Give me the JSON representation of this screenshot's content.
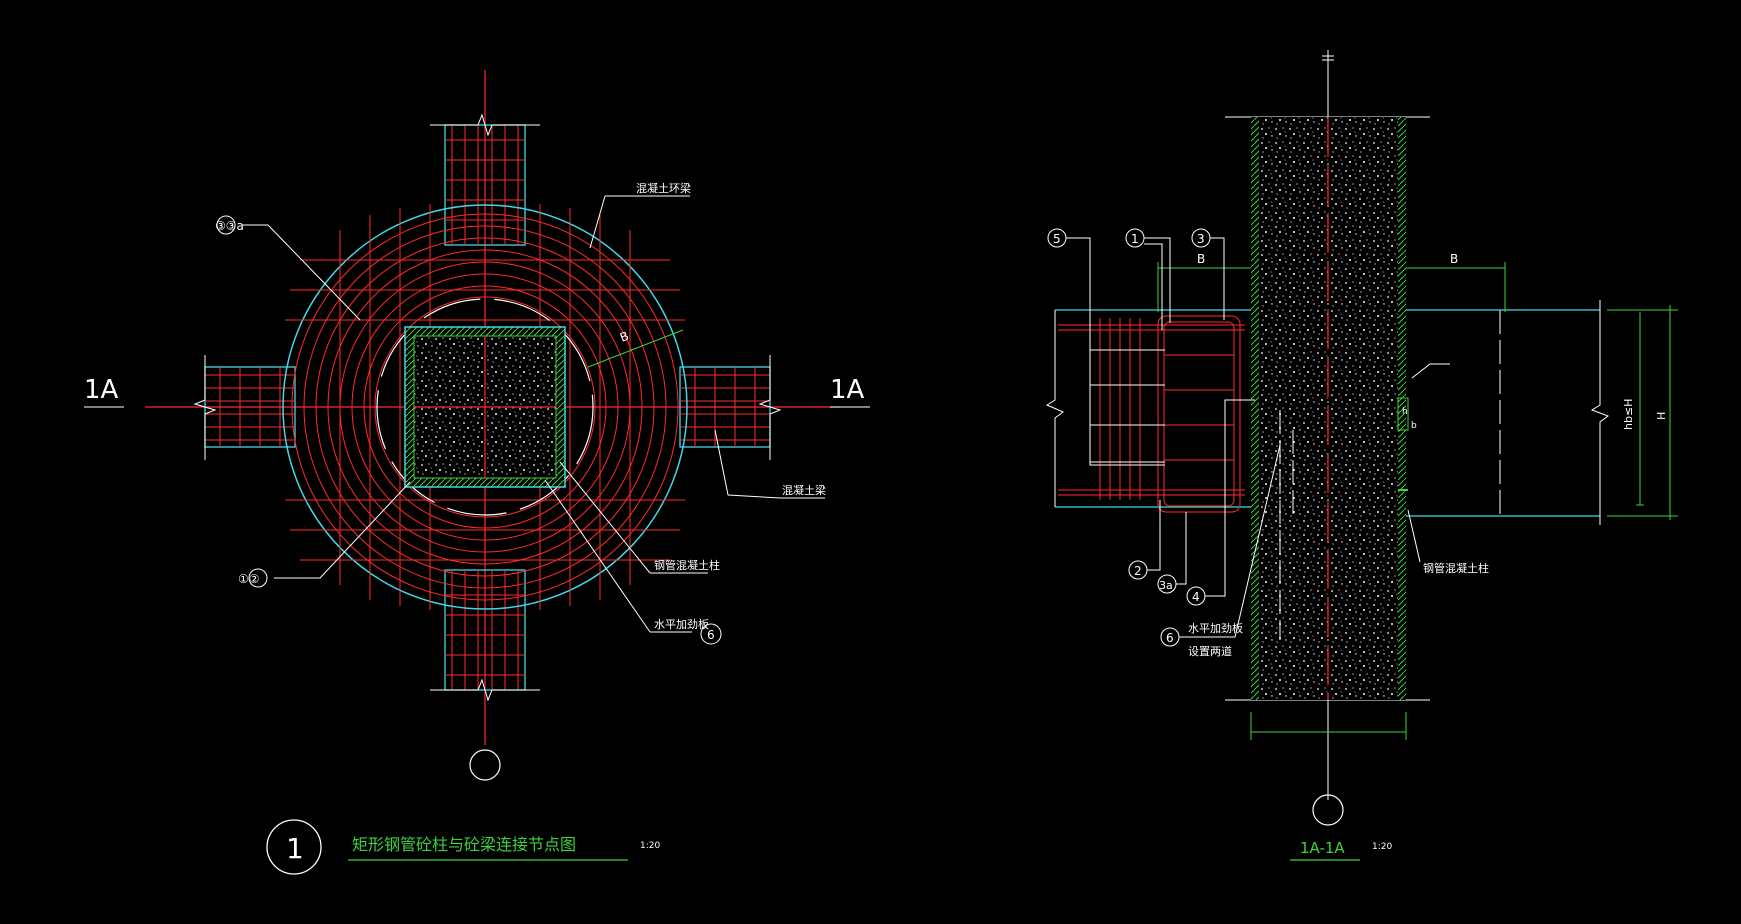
{
  "plan": {
    "section_mark_left": "1A",
    "section_mark_right": "1A",
    "ring_beam_label": "混凝土环梁",
    "concrete_beam_label": "混凝土梁",
    "steel_column_label": "钢管混凝土柱",
    "stiffener_label": "水平加劲板",
    "callout_33a": "③③a",
    "callout_12": "①②",
    "callout_6": "6",
    "dim_b": "B",
    "detail_number": "1",
    "detail_title": "矩形钢管砼柱与砼梁连接节点图",
    "detail_scale": "1:20"
  },
  "section": {
    "callout_5": "5",
    "callout_1": "1",
    "callout_3": "3",
    "callout_2": "2",
    "callout_3a": "3a",
    "callout_4": "4",
    "callout_6": "6",
    "dim_b_left": "B",
    "dim_b_right": "B",
    "dim_hb": "hb≤H",
    "dim_h": "H",
    "dim_h_small": "h",
    "dim_b_small": "b",
    "stiffener_label": "水平加劲板",
    "stiffener_note": "设置两道",
    "steel_column_label": "钢管混凝土柱",
    "section_title": "1A-1A",
    "section_scale": "1:20"
  },
  "colors": {
    "background": "#000000",
    "rebar": "#ff2a2a",
    "outline_cyan": "#40d8e8",
    "steel_green": "#3cd23c",
    "annotation_white": "#ffffff",
    "title_green": "#3cd23c"
  }
}
